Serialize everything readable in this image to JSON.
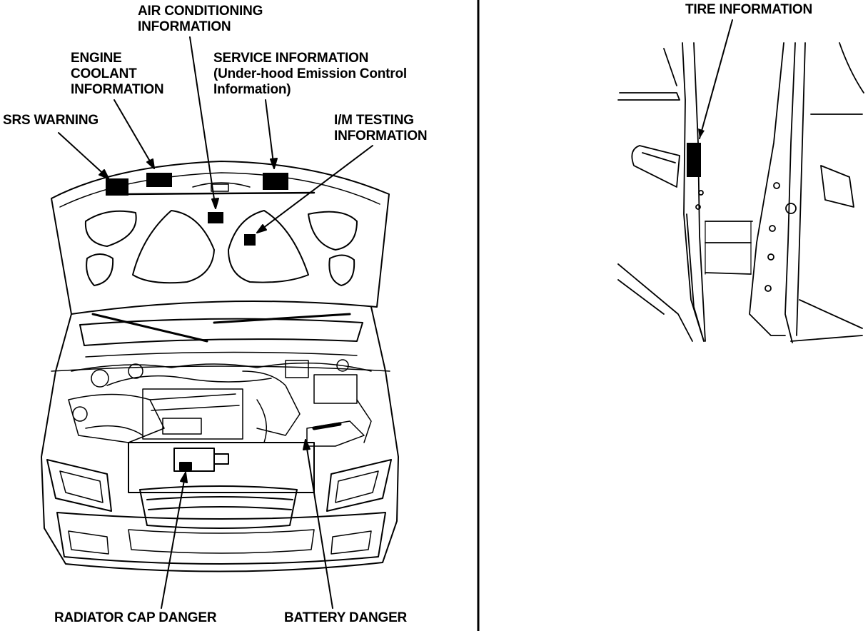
{
  "labels": {
    "air_conditioning": [
      "AIR CONDITIONING",
      "INFORMATION"
    ],
    "engine_coolant": [
      "ENGINE",
      "COOLANT",
      "INFORMATION"
    ],
    "service_info": [
      "SERVICE INFORMATION",
      "(Under-hood Emission Control",
      "Information)"
    ],
    "srs_warning": [
      "SRS WARNING"
    ],
    "im_testing": [
      "I/M TESTING",
      "INFORMATION"
    ],
    "radiator_cap": [
      "RADIATOR CAP DANGER"
    ],
    "battery": [
      "BATTERY DANGER"
    ],
    "tire_info": [
      "TIRE INFORMATION"
    ]
  }
}
